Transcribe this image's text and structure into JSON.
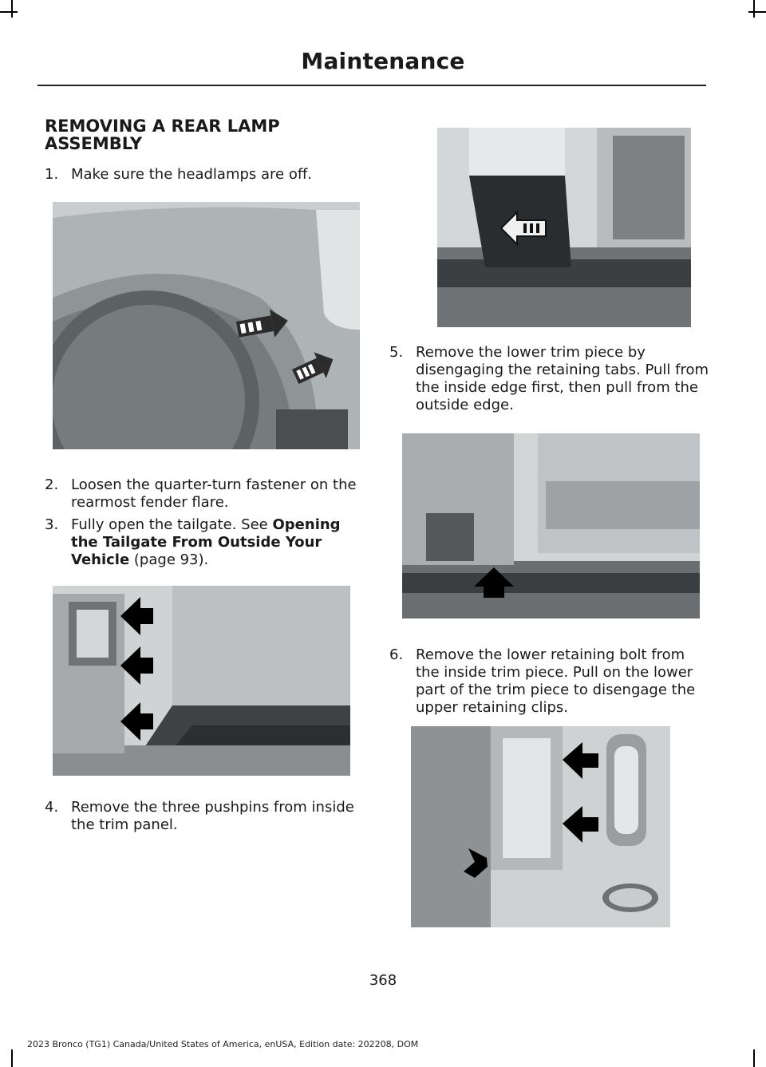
{
  "header": {
    "title": "Maintenance"
  },
  "section": {
    "heading": "REMOVING A REAR LAMP ASSEMBLY"
  },
  "steps": [
    {
      "num": "1.",
      "text": "Make sure the headlamps are off."
    },
    {
      "num": "2.",
      "text": "Loosen the quarter-turn fastener on the rearmost fender flare."
    },
    {
      "num": "3.",
      "text_before": "Fully open the tailgate.  See ",
      "link": "Opening the Tailgate From Outside Your Vehicle",
      "text_after": " (page 93)."
    },
    {
      "num": "4.",
      "text": "Remove the three pushpins from inside the trim panel."
    },
    {
      "num": "5.",
      "text": "Remove the lower trim piece by disengaging the retaining tabs. Pull from the inside edge first, then pull from the outside edge."
    },
    {
      "num": "6.",
      "text": "Remove the lower retaining bolt from the inside trim piece. Pull on the lower part of the trim piece to disengage the upper retaining clips."
    }
  ],
  "figures": [
    {
      "name": "fender-flare-fastener-figure"
    },
    {
      "name": "tailgate-pushpins-figure"
    },
    {
      "name": "trim-panel-removal-figure"
    },
    {
      "name": "lower-trim-piece-figure"
    },
    {
      "name": "inside-trim-retaining-clips-figure"
    }
  ],
  "footer": {
    "page_number": "368",
    "edition": "2023 Bronco (TG1) Canada/United States of America, enUSA, Edition date: 202208, DOM"
  }
}
